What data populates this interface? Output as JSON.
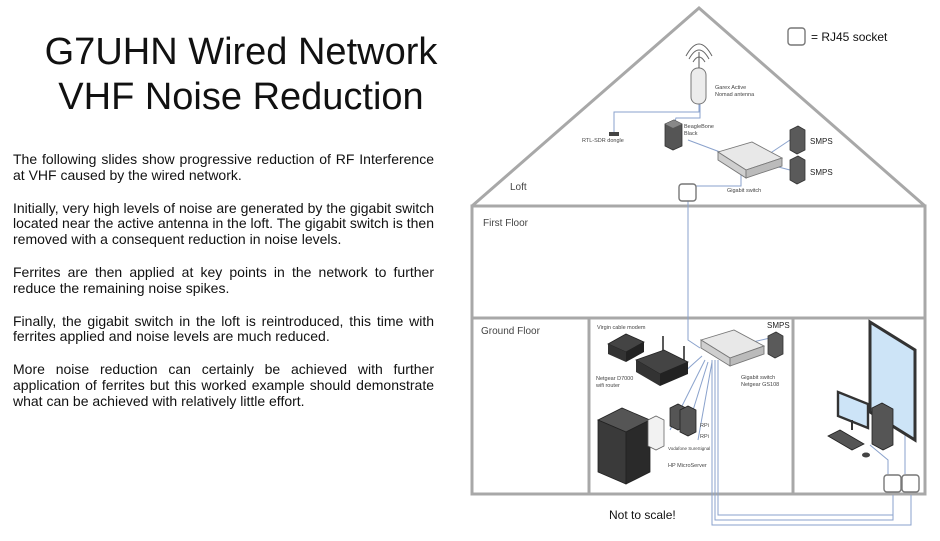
{
  "title": {
    "line1": "G7UHN Wired Network",
    "line2": "VHF Noise Reduction"
  },
  "paragraphs": [
    "The following slides show progressive reduction of RF Interference at VHF caused by the wired network.",
    "Initially, very high levels of noise are generated by the gigabit switch located near the active antenna in the loft.  The gigabit switch is then removed with a consequent reduction in noise levels.",
    "Ferrites are then applied at key points in the network to further reduce the remaining noise spikes.",
    "Finally, the gigabit switch in the loft is reintroduced, this time with ferrites applied and noise levels are much reduced.",
    "More noise reduction can certainly be achieved with further application of ferrites but this worked example should demonstrate what can be achieved with relatively little effort."
  ],
  "diagram": {
    "legend": "= RJ45 socket",
    "floors": {
      "loft": "Loft",
      "first": "First Floor",
      "ground": "Ground Floor"
    },
    "devices": {
      "antenna_line1": "Garex Active",
      "antenna_line2": "Nomad antenna",
      "rtl_sdr": "RTL-SDR dongle",
      "beaglebone_line1": "BeagleBone",
      "beaglebone_line2": "Black",
      "smps_loft_1": "SMPS",
      "smps_loft_2": "SMPS",
      "loft_switch": "Gigabit switch",
      "cable_modem": "Virgin cable modem",
      "router_line1": "Netgear D7000",
      "router_line2": "wifi router",
      "smps_ground": "SMPS",
      "ground_switch_line1": "Gigabit switch",
      "ground_switch_line2": "Netgear GS108",
      "rpi_1": "RPi",
      "rpi_2": "RPi",
      "suresignal": "Vodafone SureSignal",
      "microserver": "HP MicroServer"
    },
    "note": "Not to scale!"
  }
}
